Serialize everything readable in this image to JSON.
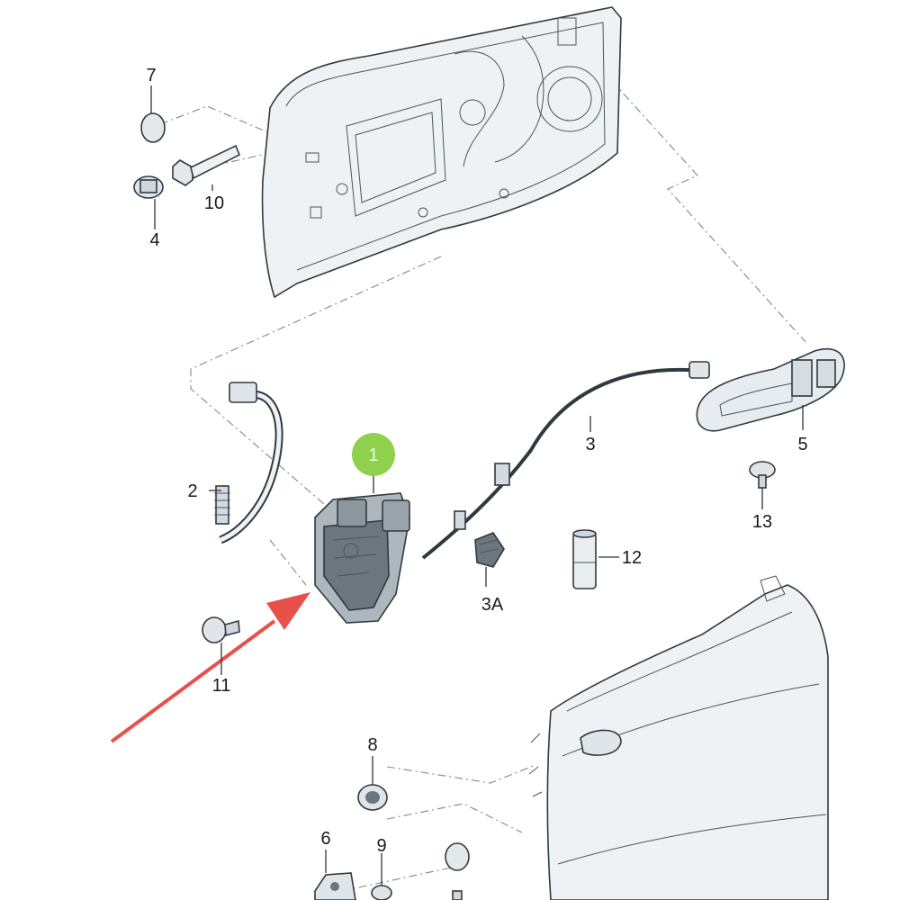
{
  "callouts": {
    "c1": "1",
    "c2": "2",
    "c3": "3",
    "c3a": "3A",
    "c4": "4",
    "c5": "5",
    "c6": "6",
    "c7": "7",
    "c8": "8",
    "c9": "9",
    "c10": "10",
    "c11": "11",
    "c12": "12",
    "c13": "13"
  },
  "colors": {
    "highlight_badge": "#8fd14f",
    "arrow": "#e8504a",
    "part_fill": "#e9eef1",
    "part_dark": "#5d6870"
  }
}
